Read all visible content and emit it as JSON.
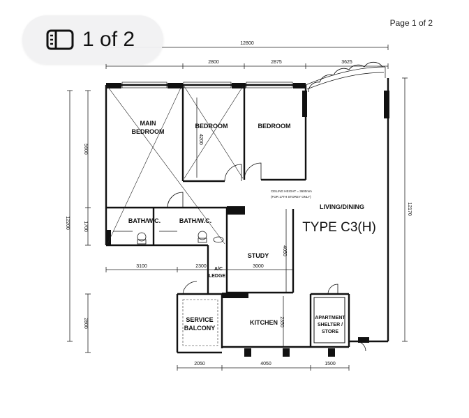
{
  "viewer": {
    "page_indicator": "1 of 2",
    "page_label": "Page 1 of 2"
  },
  "plan": {
    "type_label": "TYPE C3(H)",
    "rooms": {
      "main_bedroom_1": "MAIN",
      "main_bedroom_2": "BEDROOM",
      "bedroom_1": "BEDROOM",
      "bedroom_2": "BEDROOM",
      "bath_1": "BATH/W.C.",
      "bath_2": "BATH/W.C.",
      "living_dining": "LIVING/DINING",
      "study": "STUDY",
      "ac_ledge_1": "A/C",
      "ac_ledge_2": "LEDGE",
      "service_balcony_1": "SERVICE",
      "service_balcony_2": "BALCONY",
      "kitchen": "KITCHEN",
      "shelter_1": "APARTMENT",
      "shelter_2": "SHELTER /",
      "shelter_3": "STORE"
    },
    "note_1": "CEILING HEIGHT = 3600mm",
    "note_2": "(FOR 17TH STOREY ONLY)",
    "dims": {
      "total_width": "12800",
      "top_1": "2800",
      "top_2": "2875",
      "top_3": "3625",
      "left_1": "5600",
      "left_2": "1700",
      "left_total": "12200",
      "left_3": "2800",
      "mid_1": "3100",
      "mid_2": "2300",
      "study_w": "3000",
      "study_h": "4050",
      "kitchen_h": "2350",
      "bot_1": "2050",
      "bot_2": "4050",
      "bot_3": "1500",
      "right": "12170",
      "bedroom_v": "4200"
    }
  }
}
